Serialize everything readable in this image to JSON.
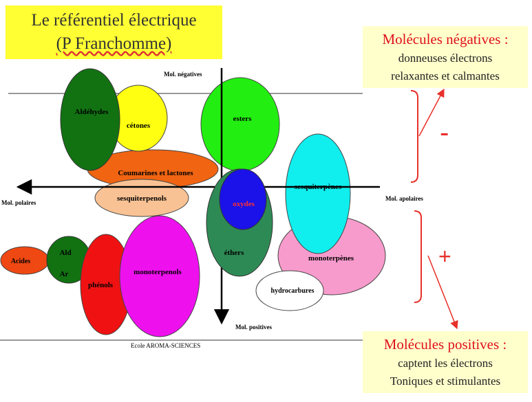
{
  "title": {
    "line1": "Le référentiel électrique",
    "line2": "(P Franchomme)"
  },
  "axes": {
    "top": "Mol. négatives",
    "bottom": "Mol. positives",
    "left": "Mol. polaires",
    "right": "Mol. apolaires"
  },
  "footer": "Ecole AROMA-SCIENCES",
  "molecules": {
    "aldehydes": "Aldéhydes",
    "cetones": "cétones",
    "esters": "esters",
    "coumarines": "Coumarines et lactones",
    "sesquiterpenols": "sesquiterpenols",
    "oxydes": "oxydes",
    "sesquiterpenes": "sesquiterpènes",
    "ethers": "éthers",
    "monoterpenes": "monoterpènes",
    "hydrocarbures": "hydrocarbures",
    "acides": "Acides",
    "ald": "Ald",
    "ar": "Ar",
    "phenols": "phénols",
    "monoterpenols": "monoterpenols"
  },
  "negative_box": {
    "heading": "Molécules négatives :",
    "line1": "donneuses électrons",
    "line2": "relaxantes et calmantes",
    "sign": "-"
  },
  "positive_box": {
    "heading": "Molécules positives :",
    "line1": "captent les électrons",
    "line2": "Toniques et stimulantes",
    "sign": "+"
  },
  "colors": {
    "title_bg": "#ffff33",
    "info_bg": "#ffffcc",
    "accent_red": "#e0101a",
    "aldehydes": "#127212",
    "cetones": "#ffff11",
    "esters": "#22ee11",
    "coumarines": "#f06412",
    "sesquiterpenols": "#f9c294",
    "oxydes": "#1a12e8",
    "sesquiterpenes": "#11eeee",
    "ethers": "#2e8a55",
    "monoterpenes": "#f79bcc",
    "hydrocarbures": "#ffffff",
    "acides": "#f04812",
    "ald_ar": "#127212",
    "phenols": "#f01212",
    "monoterpenols": "#ee11ee"
  }
}
